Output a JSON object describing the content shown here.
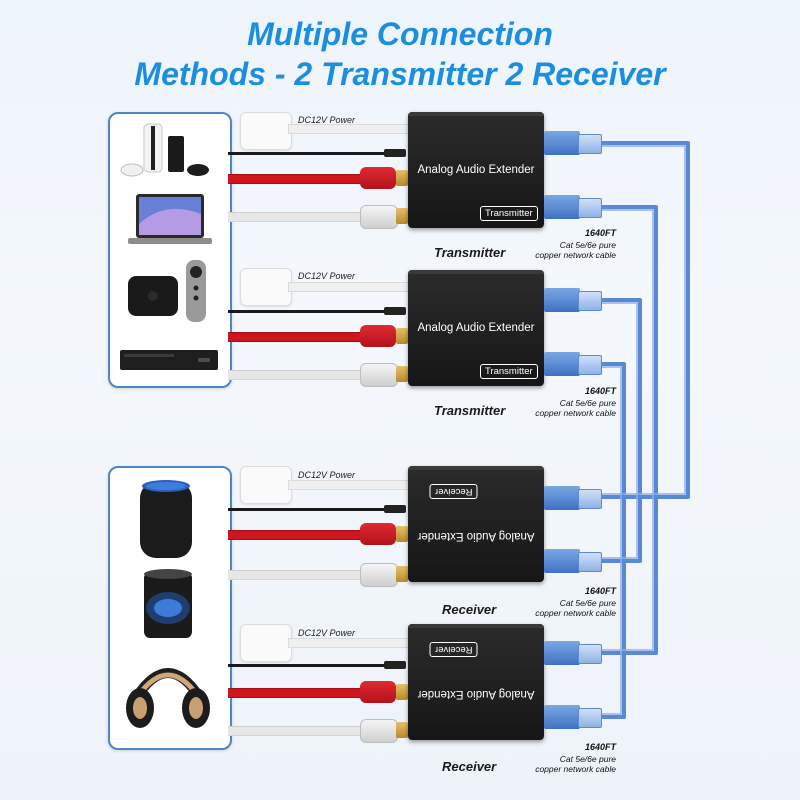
{
  "title": {
    "line1": "Multiple Connection",
    "line2": "Methods - 2 Transmitter 2 Receiver"
  },
  "colors": {
    "title": "#1b8ee0",
    "panel_border": "#4e86c8",
    "network_cable": "#4f7fd0",
    "rca_red": "#d0151f",
    "device_body": "#1c1c1c"
  },
  "source_panel": {
    "devices": [
      "game-console-icon",
      "laptop-icon",
      "tv-box-remote-icon",
      "blu-ray-player-icon"
    ]
  },
  "output_panel": {
    "devices": [
      "smart-speaker-icon",
      "bluetooth-speaker-icon",
      "headphones-icon"
    ]
  },
  "units": [
    {
      "name": "Analog Audio Extender",
      "badge": "Transmitter",
      "role": "Transmitter",
      "dc": "DC12V Power",
      "length": "1640FT",
      "cable_line1": "Cat 5e/6e pure",
      "cable_line2": "copper network cable"
    },
    {
      "name": "Analog Audio Extender",
      "badge": "Transmitter",
      "role": "Transmitter",
      "dc": "DC12V Power",
      "length": "1640FT",
      "cable_line1": "Cat 5e/6e pure",
      "cable_line2": "copper network cable"
    },
    {
      "name": "Analog Audio Extender",
      "badge": "Receiver",
      "role": "Receiver",
      "dc": "DC12V Power",
      "length": "1640FT",
      "cable_line1": "Cat 5e/6e pure",
      "cable_line2": "copper network cable"
    },
    {
      "name": "Analog Audio Extender",
      "badge": "Receiver",
      "role": "Receiver",
      "dc": "DC12V Power",
      "length": "1640FT",
      "cable_line1": "Cat 5e/6e pure",
      "cable_line2": "copper network cable"
    }
  ]
}
